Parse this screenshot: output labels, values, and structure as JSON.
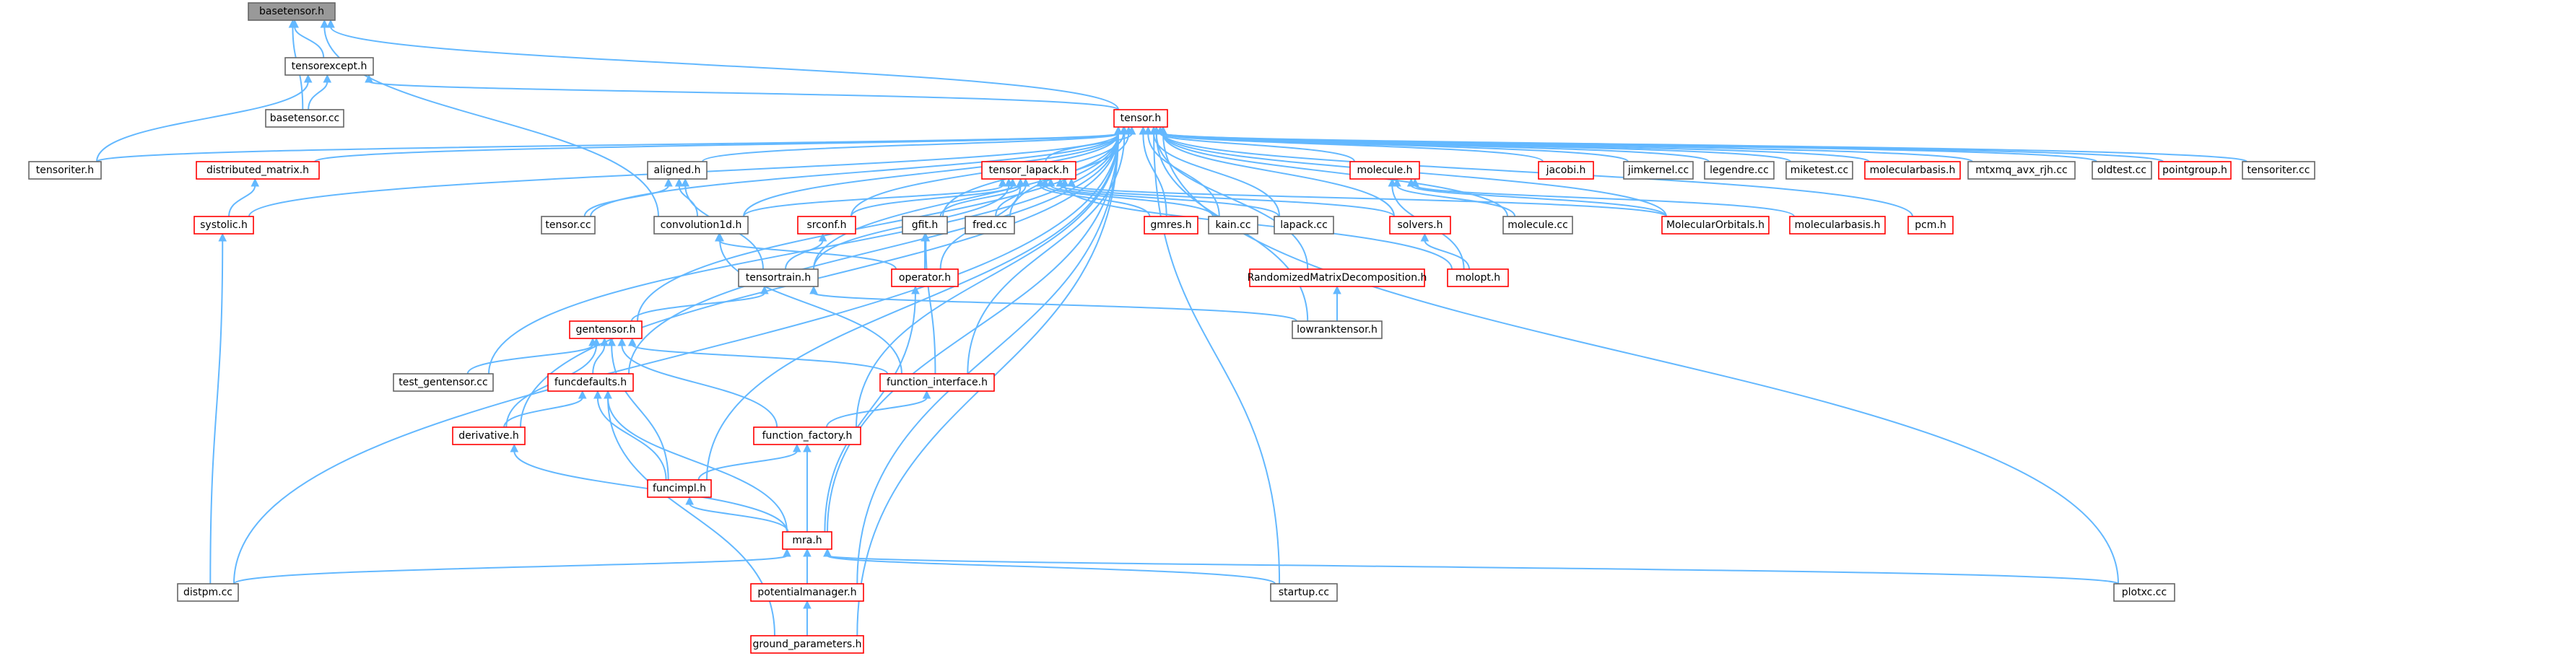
{
  "colors": {
    "edge": "#63b8ff",
    "root_fill": "#999999",
    "root_stroke": "#666666",
    "node_fill": "#ffffff",
    "node_stroke_plain": "#666666",
    "node_stroke_red": "#ff0000"
  },
  "nodes": {
    "basetensor_h": {
      "label": "basetensor.h",
      "style": "root"
    },
    "tensorexcept_h": {
      "label": "tensorexcept.h",
      "style": "plain"
    },
    "basetensor_cc": {
      "label": "basetensor.cc",
      "style": "plain"
    },
    "tensor_h": {
      "label": "tensor.h",
      "style": "red"
    },
    "tensoriter_h": {
      "label": "tensoriter.h",
      "style": "plain"
    },
    "distributed_matrix_h": {
      "label": "distributed_matrix.h",
      "style": "red"
    },
    "systolic_h": {
      "label": "systolic.h",
      "style": "red"
    },
    "aligned_h": {
      "label": "aligned.h",
      "style": "plain"
    },
    "tensor_cc": {
      "label": "tensor.cc",
      "style": "plain"
    },
    "convolution1d_h": {
      "label": "convolution1d.h",
      "style": "plain"
    },
    "tensor_lapack_h": {
      "label": "tensor_lapack.h",
      "style": "red"
    },
    "srconf_h": {
      "label": "srconf.h",
      "style": "red"
    },
    "gfit_h": {
      "label": "gfit.h",
      "style": "plain"
    },
    "fred_cc": {
      "label": "fred.cc",
      "style": "plain"
    },
    "gmres_h": {
      "label": "gmres.h",
      "style": "red"
    },
    "kain_cc": {
      "label": "kain.cc",
      "style": "plain"
    },
    "lapack_cc": {
      "label": "lapack.cc",
      "style": "plain"
    },
    "molecule_h": {
      "label": "molecule.h",
      "style": "red"
    },
    "solvers_h": {
      "label": "solvers.h",
      "style": "red"
    },
    "molecule_cc": {
      "label": "molecule.cc",
      "style": "plain"
    },
    "jacobi_h": {
      "label": "jacobi.h",
      "style": "red"
    },
    "jimkernel_cc": {
      "label": "jimkernel.cc",
      "style": "plain"
    },
    "legendre_cc": {
      "label": "legendre.cc",
      "style": "plain"
    },
    "miketest_cc": {
      "label": "miketest.cc",
      "style": "plain"
    },
    "molecularbasis_h_top": {
      "label": "molecularbasis.h",
      "style": "red"
    },
    "mtxmq_cc": {
      "label": "mtxmq_avx_rjh.cc",
      "style": "plain"
    },
    "oldtest_cc": {
      "label": "oldtest.cc",
      "style": "plain"
    },
    "pointgroup_h": {
      "label": "pointgroup.h",
      "style": "red"
    },
    "tensoriter_cc": {
      "label": "tensoriter.cc",
      "style": "plain"
    },
    "MolecularOrbitals_h": {
      "label": "MolecularOrbitals.h",
      "style": "red"
    },
    "molecularbasis_h_mid": {
      "label": "molecularbasis.h",
      "style": "red"
    },
    "pcm_h": {
      "label": "pcm.h",
      "style": "red"
    },
    "tensortrain_h": {
      "label": "tensortrain.h",
      "style": "plain"
    },
    "operator_h": {
      "label": "operator.h",
      "style": "red"
    },
    "RandomizedMatrixDecomposition_h": {
      "label": "RandomizedMatrixDecomposition.h",
      "style": "red"
    },
    "molopt_h": {
      "label": "molopt.h",
      "style": "red"
    },
    "lowranktensor_h": {
      "label": "lowranktensor.h",
      "style": "plain"
    },
    "gentensor_h": {
      "label": "gentensor.h",
      "style": "red"
    },
    "test_gentensor_cc": {
      "label": "test_gentensor.cc",
      "style": "plain"
    },
    "funcdefaults_h": {
      "label": "funcdefaults.h",
      "style": "red"
    },
    "function_interface_h": {
      "label": "function_interface.h",
      "style": "red"
    },
    "derivative_h": {
      "label": "derivative.h",
      "style": "red"
    },
    "function_factory_h": {
      "label": "function_factory.h",
      "style": "red"
    },
    "funcimpl_h": {
      "label": "funcimpl.h",
      "style": "red"
    },
    "mra_h": {
      "label": "mra.h",
      "style": "red"
    },
    "distpm_cc": {
      "label": "distpm.cc",
      "style": "plain"
    },
    "potentialmanager_h": {
      "label": "potentialmanager.h",
      "style": "red"
    },
    "startup_cc": {
      "label": "startup.cc",
      "style": "plain"
    },
    "plotxc_cc": {
      "label": "plotxc.cc",
      "style": "plain"
    },
    "ground_parameters_h": {
      "label": "ground_parameters.h",
      "style": "red"
    }
  },
  "edges": [
    [
      "tensorexcept_h",
      "basetensor_h"
    ],
    [
      "basetensor_cc",
      "basetensor_h"
    ],
    [
      "tensor_h",
      "basetensor_h"
    ],
    [
      "convolution1d_h",
      "basetensor_h"
    ],
    [
      "basetensor_cc",
      "tensorexcept_h"
    ],
    [
      "tensor_h",
      "tensorexcept_h"
    ],
    [
      "tensoriter_h",
      "tensorexcept_h"
    ],
    [
      "tensoriter_h",
      "tensor_h"
    ],
    [
      "distributed_matrix_h",
      "tensor_h"
    ],
    [
      "systolic_h",
      "tensor_h"
    ],
    [
      "aligned_h",
      "tensor_h"
    ],
    [
      "tensor_cc",
      "tensor_h"
    ],
    [
      "convolution1d_h",
      "tensor_h"
    ],
    [
      "tensor_lapack_h",
      "tensor_h"
    ],
    [
      "srconf_h",
      "tensor_h"
    ],
    [
      "gfit_h",
      "tensor_h"
    ],
    [
      "fred_cc",
      "tensor_h"
    ],
    [
      "gmres_h",
      "tensor_h"
    ],
    [
      "kain_cc",
      "tensor_h"
    ],
    [
      "lapack_cc",
      "tensor_h"
    ],
    [
      "molecule_h",
      "tensor_h"
    ],
    [
      "solvers_h",
      "tensor_h"
    ],
    [
      "molecule_cc",
      "tensor_h"
    ],
    [
      "jacobi_h",
      "tensor_h"
    ],
    [
      "jimkernel_cc",
      "tensor_h"
    ],
    [
      "legendre_cc",
      "tensor_h"
    ],
    [
      "miketest_cc",
      "tensor_h"
    ],
    [
      "molecularbasis_h_top",
      "tensor_h"
    ],
    [
      "mtxmq_cc",
      "tensor_h"
    ],
    [
      "oldtest_cc",
      "tensor_h"
    ],
    [
      "pointgroup_h",
      "tensor_h"
    ],
    [
      "tensoriter_cc",
      "tensor_h"
    ],
    [
      "MolecularOrbitals_h",
      "tensor_h"
    ],
    [
      "pcm_h",
      "tensor_h"
    ],
    [
      "tensortrain_h",
      "tensor_h"
    ],
    [
      "RandomizedMatrixDecomposition_h",
      "tensor_h"
    ],
    [
      "lowranktensor_h",
      "tensor_h"
    ],
    [
      "gentensor_h",
      "tensor_h"
    ],
    [
      "test_gentensor_cc",
      "tensor_h"
    ],
    [
      "funcdefaults_h",
      "tensor_h"
    ],
    [
      "function_interface_h",
      "tensor_h"
    ],
    [
      "derivative_h",
      "tensor_h"
    ],
    [
      "function_factory_h",
      "tensor_h"
    ],
    [
      "funcimpl_h",
      "tensor_h"
    ],
    [
      "mra_h",
      "tensor_h"
    ],
    [
      "distpm_cc",
      "tensor_h"
    ],
    [
      "potentialmanager_h",
      "tensor_h"
    ],
    [
      "startup_cc",
      "tensor_h"
    ],
    [
      "plotxc_cc",
      "tensor_h"
    ],
    [
      "ground_parameters_h",
      "tensor_h"
    ],
    [
      "systolic_h",
      "distributed_matrix_h"
    ],
    [
      "distpm_cc",
      "systolic_h"
    ],
    [
      "tensor_cc",
      "aligned_h"
    ],
    [
      "convolution1d_h",
      "aligned_h"
    ],
    [
      "tensortrain_h",
      "aligned_h"
    ],
    [
      "tensortrain_h",
      "srconf_h"
    ],
    [
      "srconf_h",
      "tensor_lapack_h"
    ],
    [
      "gfit_h",
      "tensor_lapack_h"
    ],
    [
      "fred_cc",
      "tensor_lapack_h"
    ],
    [
      "gmres_h",
      "tensor_lapack_h"
    ],
    [
      "kain_cc",
      "tensor_lapack_h"
    ],
    [
      "lapack_cc",
      "tensor_lapack_h"
    ],
    [
      "solvers_h",
      "tensor_lapack_h"
    ],
    [
      "tensortrain_h",
      "tensor_lapack_h"
    ],
    [
      "operator_h",
      "tensor_lapack_h"
    ],
    [
      "molopt_h",
      "tensor_lapack_h"
    ],
    [
      "MolecularOrbitals_h",
      "tensor_lapack_h"
    ],
    [
      "convolution1d_h",
      "tensor_lapack_h"
    ],
    [
      "operator_h",
      "gfit_h"
    ],
    [
      "function_interface_h",
      "gfit_h"
    ],
    [
      "molopt_h",
      "solvers_h"
    ],
    [
      "molecule_cc",
      "molecule_h"
    ],
    [
      "MolecularOrbitals_h",
      "molecule_h"
    ],
    [
      "molecularbasis_h_mid",
      "molecule_h"
    ],
    [
      "molopt_h",
      "molecule_h"
    ],
    [
      "operator_h",
      "convolution1d_h"
    ],
    [
      "function_interface_h",
      "convolution1d_h"
    ],
    [
      "gentensor_h",
      "tensortrain_h"
    ],
    [
      "lowranktensor_h",
      "tensortrain_h"
    ],
    [
      "lowranktensor_h",
      "RandomizedMatrixDecomposition_h"
    ],
    [
      "mra_h",
      "operator_h"
    ],
    [
      "test_gentensor_cc",
      "gentensor_h"
    ],
    [
      "funcdefaults_h",
      "gentensor_h"
    ],
    [
      "function_interface_h",
      "gentensor_h"
    ],
    [
      "derivative_h",
      "gentensor_h"
    ],
    [
      "function_factory_h",
      "gentensor_h"
    ],
    [
      "funcimpl_h",
      "gentensor_h"
    ],
    [
      "derivative_h",
      "funcdefaults_h"
    ],
    [
      "funcimpl_h",
      "funcdefaults_h"
    ],
    [
      "mra_h",
      "funcdefaults_h"
    ],
    [
      "ground_parameters_h",
      "funcdefaults_h"
    ],
    [
      "function_factory_h",
      "function_interface_h"
    ],
    [
      "funcimpl_h",
      "function_factory_h"
    ],
    [
      "mra_h",
      "function_factory_h"
    ],
    [
      "mra_h",
      "funcimpl_h"
    ],
    [
      "mra_h",
      "derivative_h"
    ],
    [
      "distpm_cc",
      "mra_h"
    ],
    [
      "potentialmanager_h",
      "mra_h"
    ],
    [
      "startup_cc",
      "mra_h"
    ],
    [
      "plotxc_cc",
      "mra_h"
    ],
    [
      "ground_parameters_h",
      "potentialmanager_h"
    ]
  ]
}
